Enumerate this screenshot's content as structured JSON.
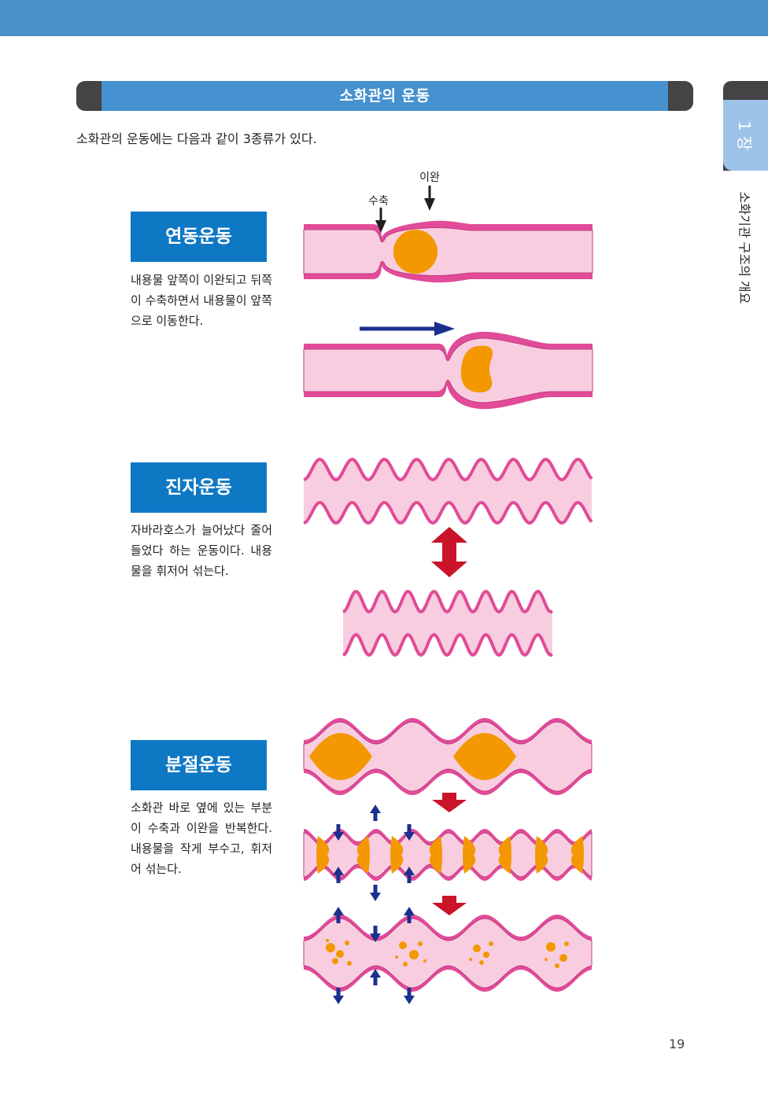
{
  "header": {
    "title": "소화관의 운동"
  },
  "chapter_tab": {
    "number": "1 장",
    "section_title": "소화기관 구조의 개요"
  },
  "intro": "소화관의 운동에는 다음과 같이 3종류가 있다.",
  "movements": [
    {
      "name": "연동운동",
      "description": "내용물 앞쪽이 이완되고 뒤쪽이 수축하면서 내용물이 앞쪽으로 이동한다."
    },
    {
      "name": "진자운동",
      "description": "자바라호스가 늘어났다 줄어들었다 하는 운동이다. 내용물을 휘저어 섞는다."
    },
    {
      "name": "분절운동",
      "description": "소화관 바로 옆에 있는 부분이 수축과 이완을 반복한다. 내용물을 작게 부수고, 휘저어 섞는다."
    }
  ],
  "figure_labels": {
    "contraction": "수축",
    "relaxation": "이완"
  },
  "colors": {
    "band": "#4a90c9",
    "label_box": "#0e78c4",
    "wall": "#e14b97",
    "lumen": "#f8cde0",
    "content": "#f39800",
    "nav_arrow": "#1b2f8e",
    "red_arrow": "#c9142a"
  },
  "page_number": "19"
}
